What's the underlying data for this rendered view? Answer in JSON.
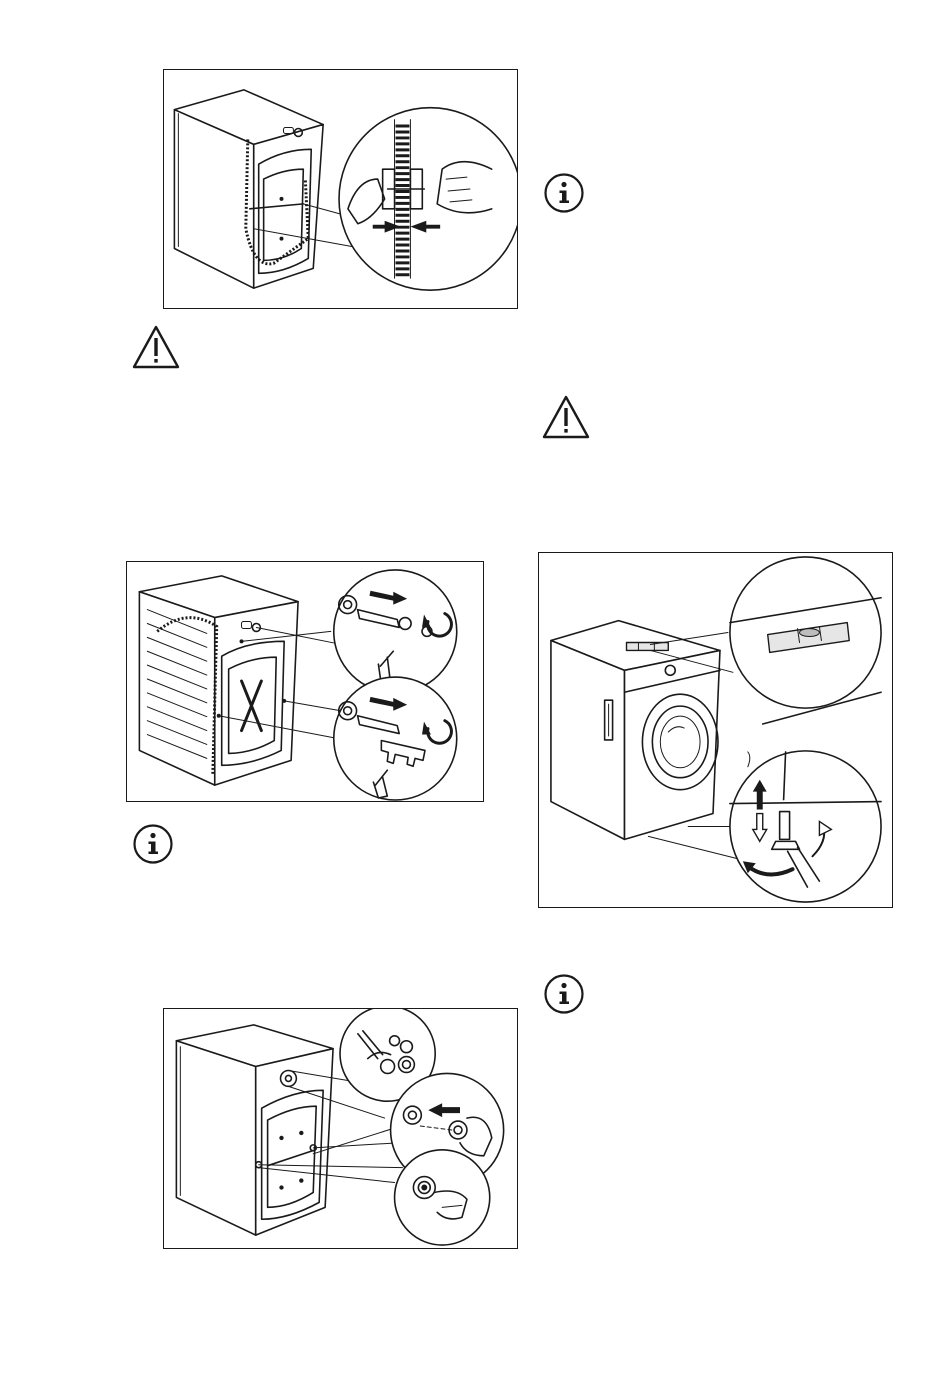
{
  "page": {
    "figures": [
      {
        "id": "fig-1",
        "icon": "remove-transit-bolts-hose-clamp-illustration"
      },
      {
        "id": "fig-2",
        "icon": "unscrew-transit-bolts-wrench-illustration"
      },
      {
        "id": "fig-3",
        "icon": "insert-plastic-caps-illustration"
      },
      {
        "id": "fig-4",
        "icon": "level-machine-adjust-feet-illustration"
      }
    ],
    "notices": [
      {
        "id": "warning-1",
        "icon": "warning-triangle-icon"
      },
      {
        "id": "info-1",
        "icon": "info-circle-icon"
      },
      {
        "id": "info-2",
        "icon": "info-circle-icon"
      },
      {
        "id": "warning-2",
        "icon": "warning-triangle-icon"
      },
      {
        "id": "info-3",
        "icon": "info-circle-icon"
      }
    ]
  },
  "colors": {
    "ink": "#1a1a1a",
    "paper": "#ffffff",
    "shade": "#e6e6e6"
  }
}
